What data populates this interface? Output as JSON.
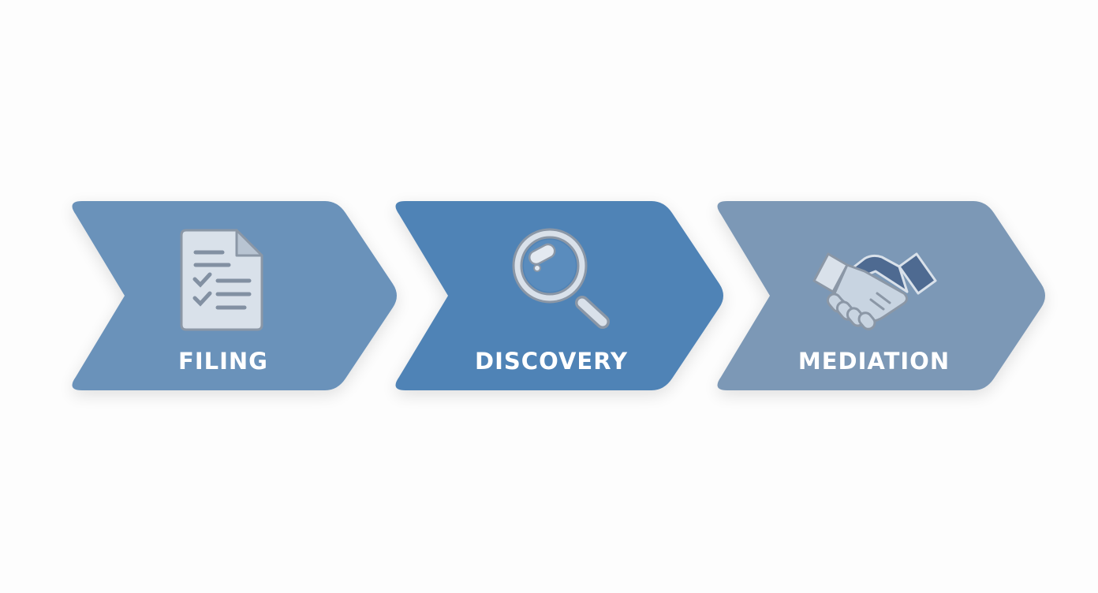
{
  "steps": [
    {
      "label": "FILING",
      "icon": "document-checklist-icon",
      "color": "#6b92ba"
    },
    {
      "label": "DISCOVERY",
      "icon": "magnifying-glass-icon",
      "color": "#4f83b6"
    },
    {
      "label": "MEDIATION",
      "icon": "handshake-icon",
      "color": "#7b98b6"
    }
  ],
  "colors": {
    "background": "#fdfdfd",
    "icon_light": "#d9e1ea",
    "icon_stroke": "#8b97a6",
    "icon_dark": "#4e6a91"
  }
}
